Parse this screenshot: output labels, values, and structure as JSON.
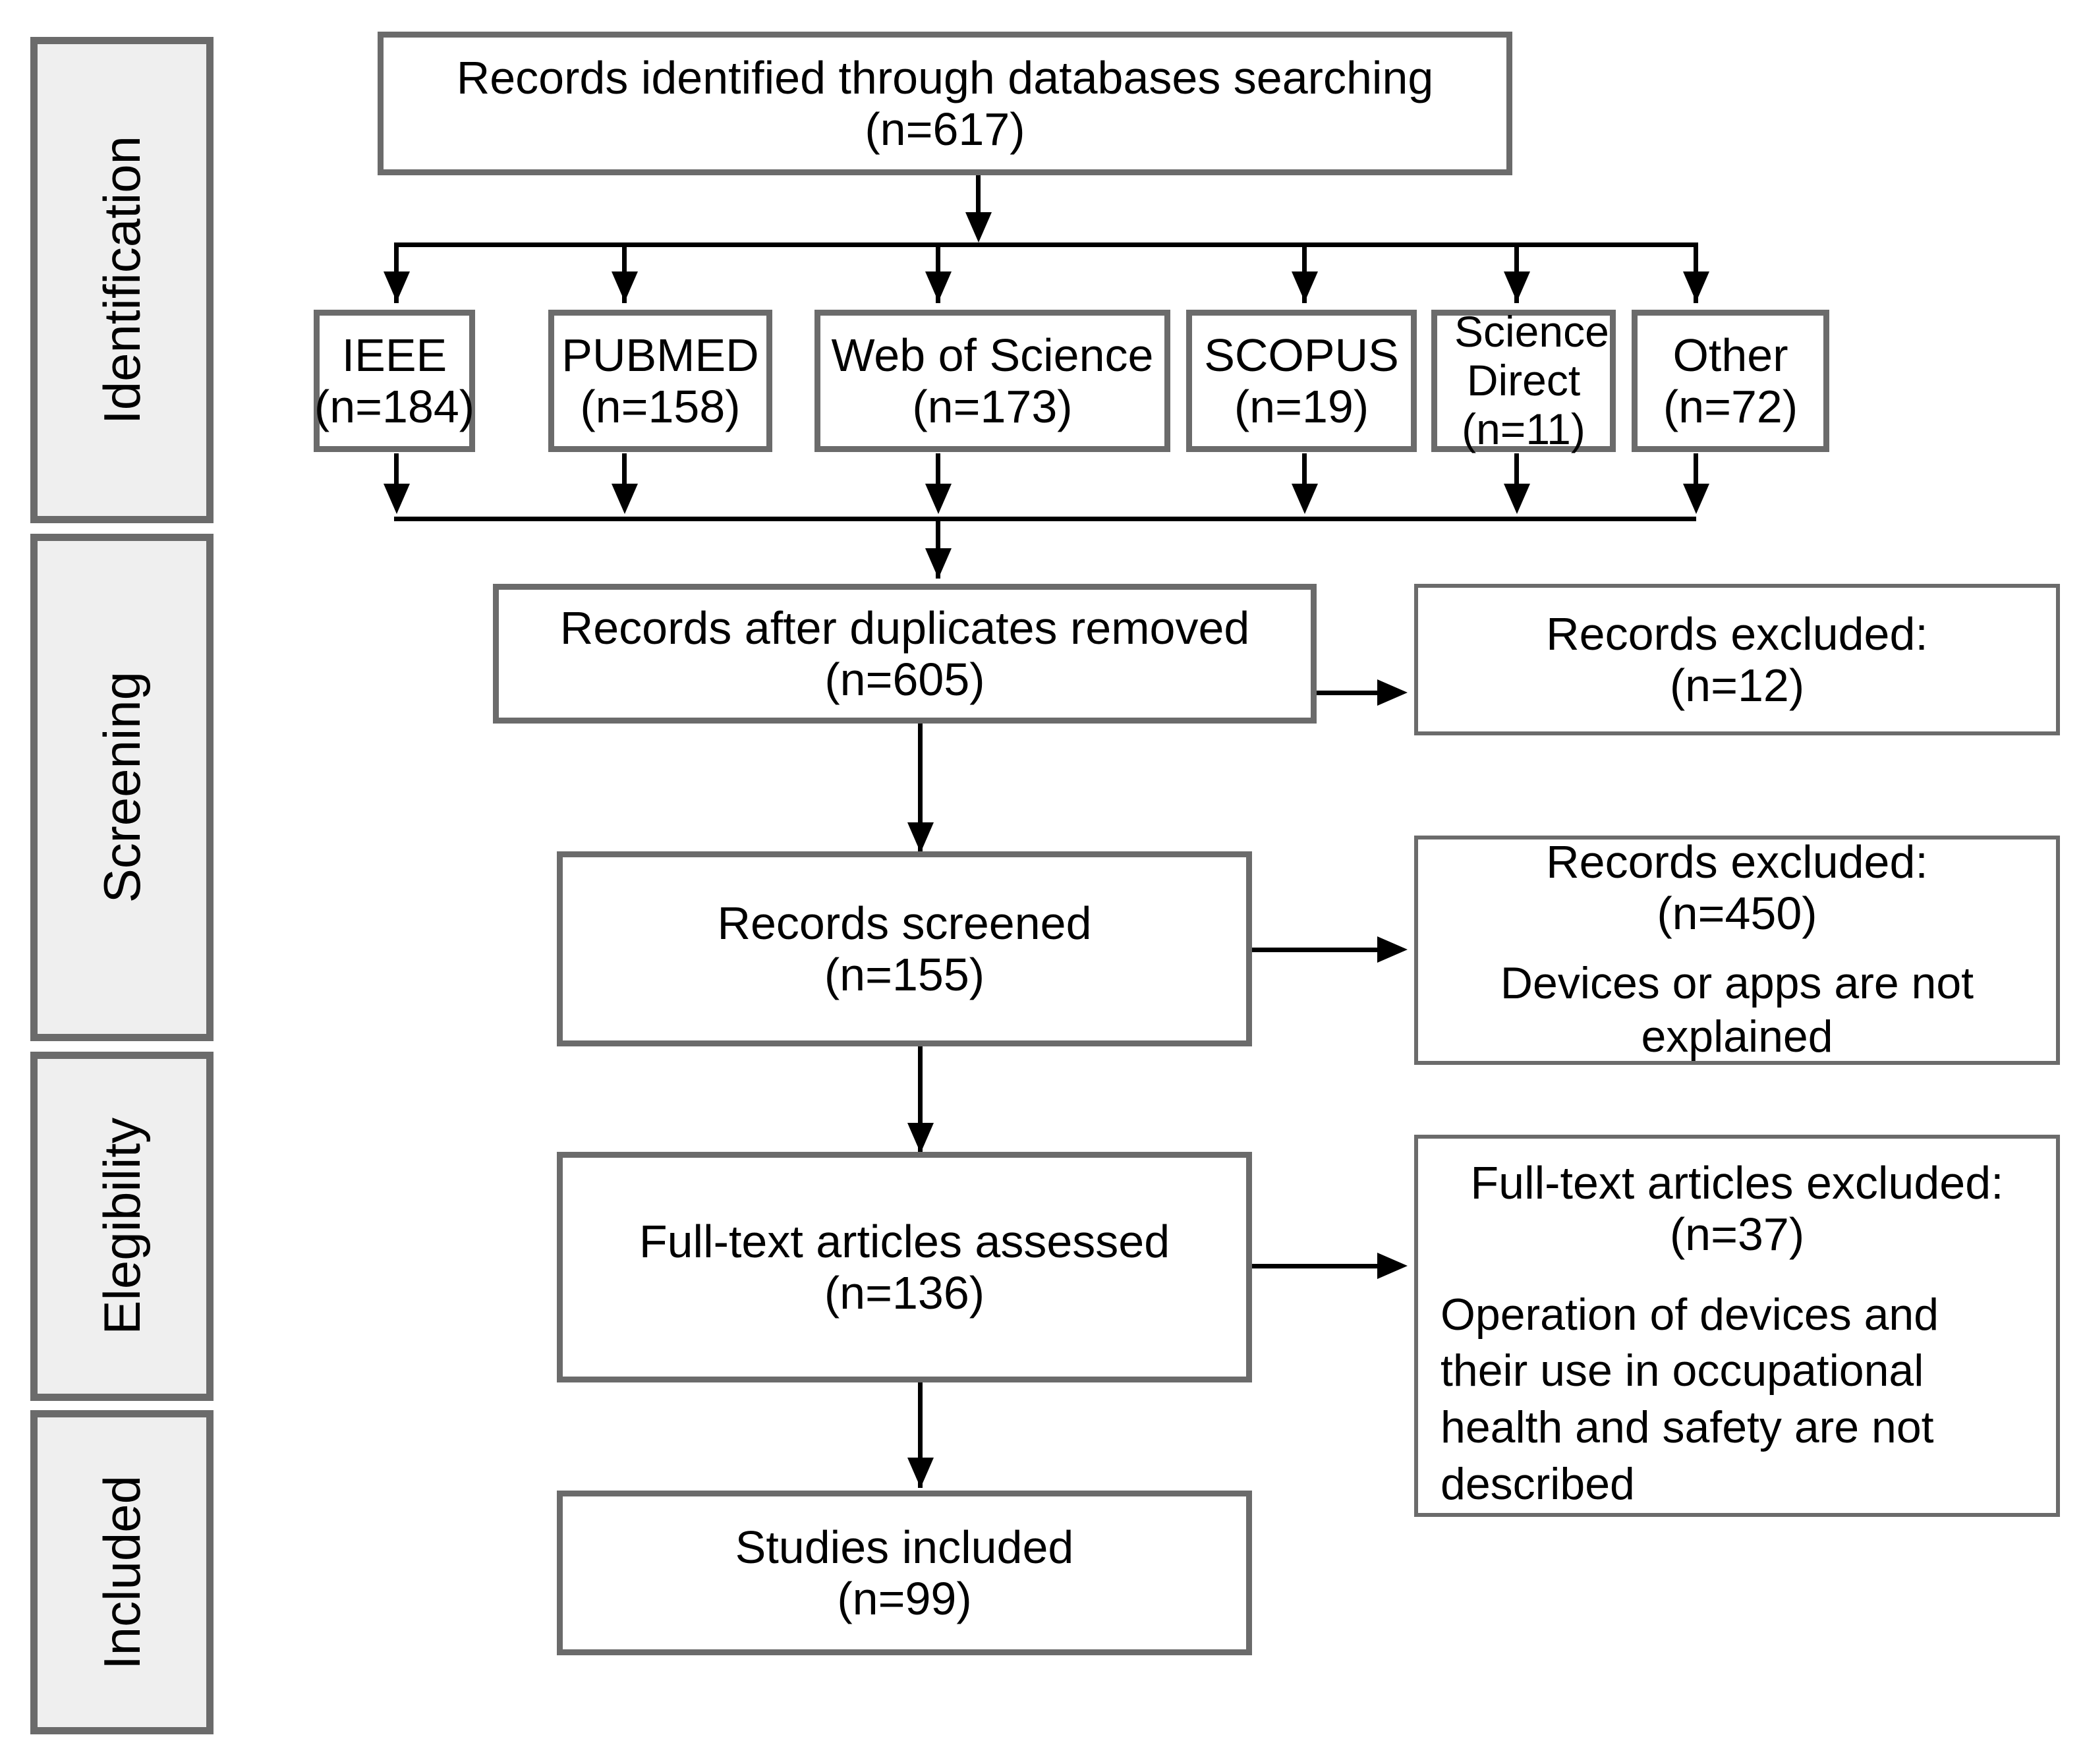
{
  "diagram": {
    "title": "PRISMA flow diagram",
    "type": "prisma-flowchart",
    "colors": {
      "box_border": "#6b6b6b",
      "stage_fill": "#efefef",
      "box_fill": "#ffffff",
      "connector": "#000000",
      "text": "#000000"
    }
  },
  "stages": [
    {
      "label": "Identification"
    },
    {
      "label": "Screening"
    },
    {
      "label": "Elegibility"
    },
    {
      "label": "Included"
    }
  ],
  "identification": {
    "source_box": {
      "title": "Records identified through databases searching",
      "count": "(n=617)"
    },
    "databases": [
      {
        "name": "IEEE",
        "count": "(n=184)"
      },
      {
        "name": "PUBMED",
        "count": "(n=158)"
      },
      {
        "name": "Web of Science",
        "count": "(n=173)"
      },
      {
        "name": "SCOPUS",
        "count": "(n=19)"
      },
      {
        "name": "Science Direct",
        "count": "(n=11)"
      },
      {
        "name": "Other",
        "count": "(n=72)"
      }
    ]
  },
  "screening": {
    "duplicates_box": {
      "title": "Records after duplicates removed",
      "count": "(n=605)"
    },
    "duplicates_excluded_box": {
      "title": "Records excluded:",
      "count": "(n=12)"
    },
    "screened_box": {
      "title": "Records screened",
      "count": "(n=155)"
    },
    "screened_excluded_box": {
      "title": "Records excluded:",
      "count": "(n=450)",
      "reason": "Devices or apps are not explained"
    }
  },
  "eligibility": {
    "fulltext_box": {
      "title": "Full-text articles assessed",
      "count": "(n=136)"
    },
    "fulltext_excluded_box": {
      "title": "Full-text articles excluded:",
      "count": "(n=37)",
      "reason": "Operation of devices and their use in occupational health and safety are not described"
    }
  },
  "included": {
    "studies_box": {
      "title": "Studies included",
      "count": "(n=99)"
    }
  },
  "chart_data": {
    "type": "flowchart",
    "title": "PRISMA flow diagram",
    "nodes": [
      {
        "id": "source",
        "stage": "Identification",
        "label": "Records identified through databases searching",
        "n": 617
      },
      {
        "id": "ieee",
        "stage": "Identification",
        "label": "IEEE",
        "n": 184
      },
      {
        "id": "pubmed",
        "stage": "Identification",
        "label": "PUBMED",
        "n": 158
      },
      {
        "id": "wos",
        "stage": "Identification",
        "label": "Web of Science",
        "n": 173
      },
      {
        "id": "scopus",
        "stage": "Identification",
        "label": "SCOPUS",
        "n": 19
      },
      {
        "id": "sdirect",
        "stage": "Identification",
        "label": "Science Direct",
        "n": 11
      },
      {
        "id": "other",
        "stage": "Identification",
        "label": "Other",
        "n": 72
      },
      {
        "id": "dedup",
        "stage": "Screening",
        "label": "Records after duplicates removed",
        "n": 605
      },
      {
        "id": "excl12",
        "stage": "Screening",
        "label": "Records excluded:",
        "n": 12
      },
      {
        "id": "screened",
        "stage": "Screening",
        "label": "Records screened",
        "n": 155
      },
      {
        "id": "excl450",
        "stage": "Screening",
        "label": "Records excluded: Devices or apps are not explained",
        "n": 450
      },
      {
        "id": "fulltext",
        "stage": "Elegibility",
        "label": "Full-text articles assessed",
        "n": 136
      },
      {
        "id": "excl37",
        "stage": "Elegibility",
        "label": "Full-text articles excluded: Operation of devices and their use in occupational health and safety are not described",
        "n": 37
      },
      {
        "id": "included",
        "stage": "Included",
        "label": "Studies included",
        "n": 99
      }
    ],
    "edges": [
      {
        "from": "source",
        "to": "ieee"
      },
      {
        "from": "source",
        "to": "pubmed"
      },
      {
        "from": "source",
        "to": "wos"
      },
      {
        "from": "source",
        "to": "scopus"
      },
      {
        "from": "source",
        "to": "sdirect"
      },
      {
        "from": "source",
        "to": "other"
      },
      {
        "from": "ieee",
        "to": "dedup"
      },
      {
        "from": "pubmed",
        "to": "dedup"
      },
      {
        "from": "wos",
        "to": "dedup"
      },
      {
        "from": "scopus",
        "to": "dedup"
      },
      {
        "from": "sdirect",
        "to": "dedup"
      },
      {
        "from": "other",
        "to": "dedup"
      },
      {
        "from": "dedup",
        "to": "excl12"
      },
      {
        "from": "dedup",
        "to": "screened"
      },
      {
        "from": "screened",
        "to": "excl450"
      },
      {
        "from": "screened",
        "to": "fulltext"
      },
      {
        "from": "fulltext",
        "to": "excl37"
      },
      {
        "from": "fulltext",
        "to": "included"
      }
    ]
  }
}
